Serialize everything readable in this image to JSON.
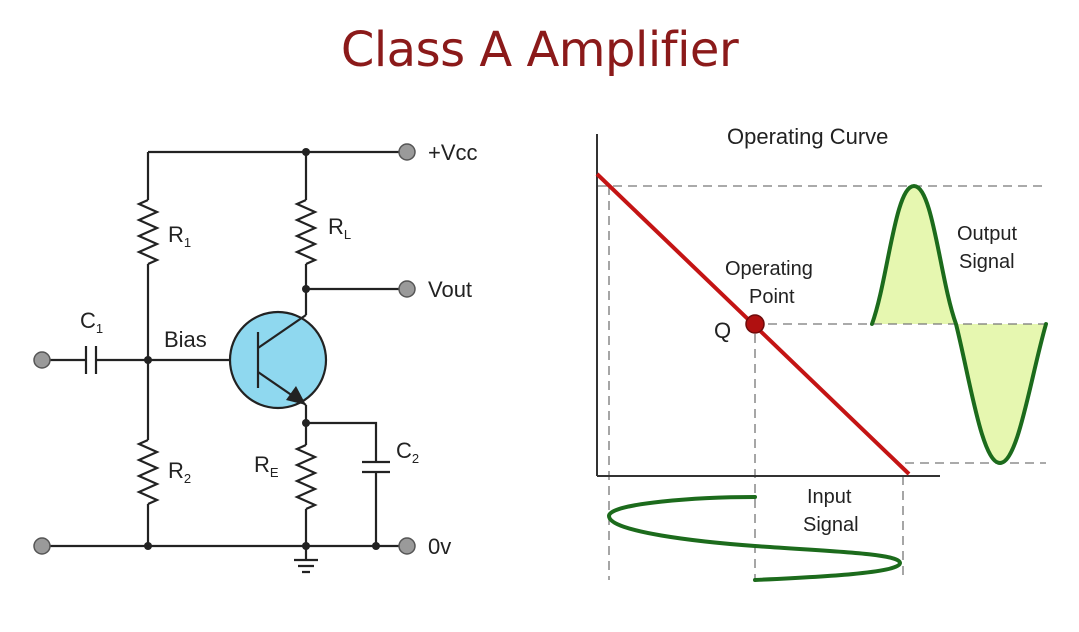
{
  "title": "Class A Amplifier",
  "circuit": {
    "vcc_label": "+Vcc",
    "vout_label": "Vout",
    "ground_label": "0v",
    "bias_label": "Bias",
    "r1_label": {
      "main": "R",
      "sub": "1"
    },
    "r2_label": {
      "main": "R",
      "sub": "2"
    },
    "rl_label": {
      "main": "R",
      "sub": "L"
    },
    "re_label": {
      "main": "R",
      "sub": "E"
    },
    "c1_label": {
      "main": "C",
      "sub": "1"
    },
    "c2_label": {
      "main": "C",
      "sub": "2"
    }
  },
  "graph": {
    "operating_curve_label": "Operating Curve",
    "operating_point_line1": "Operating",
    "operating_point_line2": "Point",
    "q_label": "Q",
    "output_signal_line1": "Output",
    "output_signal_line2": "Signal",
    "input_signal_line1": "Input",
    "input_signal_line2": "Signal"
  },
  "colors": {
    "title": "#8b1a1a",
    "load_line": "#c41414",
    "q_point": "#b01010",
    "signal": "#1c6b1c",
    "signal_fill": "#e6f7b0",
    "transistor_fill": "#8fd8ef"
  }
}
